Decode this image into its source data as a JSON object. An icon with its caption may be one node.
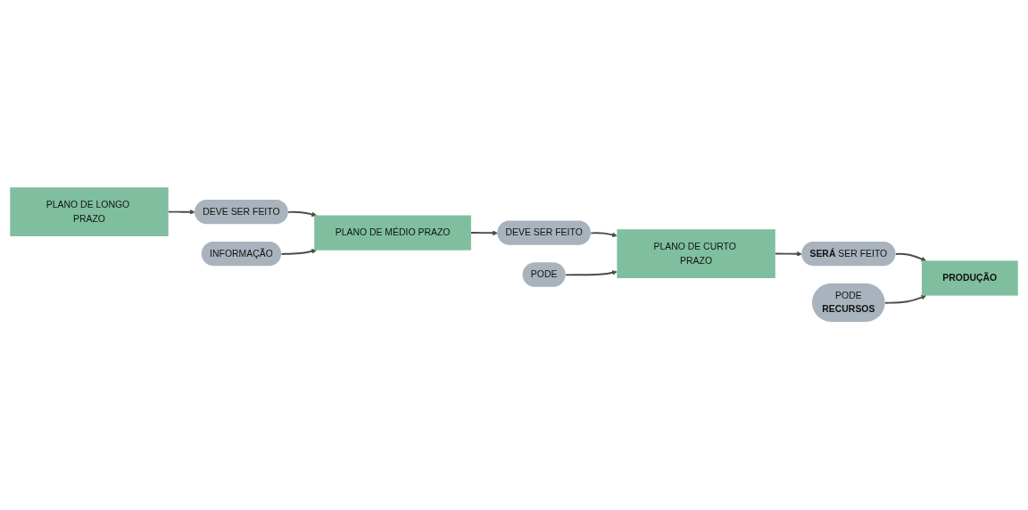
{
  "diagram": {
    "nodes": [
      {
        "text": [
          "PLANO DE LONGO PRAZO"
        ]
      },
      {
        "text": [
          "DEVE SER FEITO"
        ]
      },
      {
        "text": [
          "INFORMAÇÃO"
        ]
      },
      {
        "text": [
          "PLANO DE MÉDIO PRAZO"
        ]
      },
      {
        "text": [
          "DEVE SER FEITO"
        ]
      },
      {
        "text": [
          "PODE"
        ]
      },
      {
        "text": [
          "PLANO DE CURTO PRAZO"
        ]
      },
      {
        "text": [
          "**SERÁ** SER FEITO"
        ]
      },
      {
        "text": [
          "PODE",
          "**RECURSOS**"
        ]
      },
      {
        "text": [
          "PRODUÇÃO"
        ]
      }
    ],
    "edges": [
      {
        "from": 0,
        "to": 1,
        "arrow": "to"
      },
      {
        "from": 1,
        "to": 3,
        "arrow": "to"
      },
      {
        "from": 2,
        "to": 3,
        "arrow": "to"
      },
      {
        "from": 3,
        "to": 4,
        "arrow": "to"
      },
      {
        "from": 4,
        "to": 6,
        "arrow": "to"
      },
      {
        "from": 5,
        "to": 6,
        "arrow": "to"
      },
      {
        "from": 6,
        "to": 7,
        "arrow": "to"
      },
      {
        "from": 7,
        "to": 9,
        "arrow": "to"
      },
      {
        "from": 8,
        "to": 9,
        "arrow": "to"
      }
    ]
  }
}
